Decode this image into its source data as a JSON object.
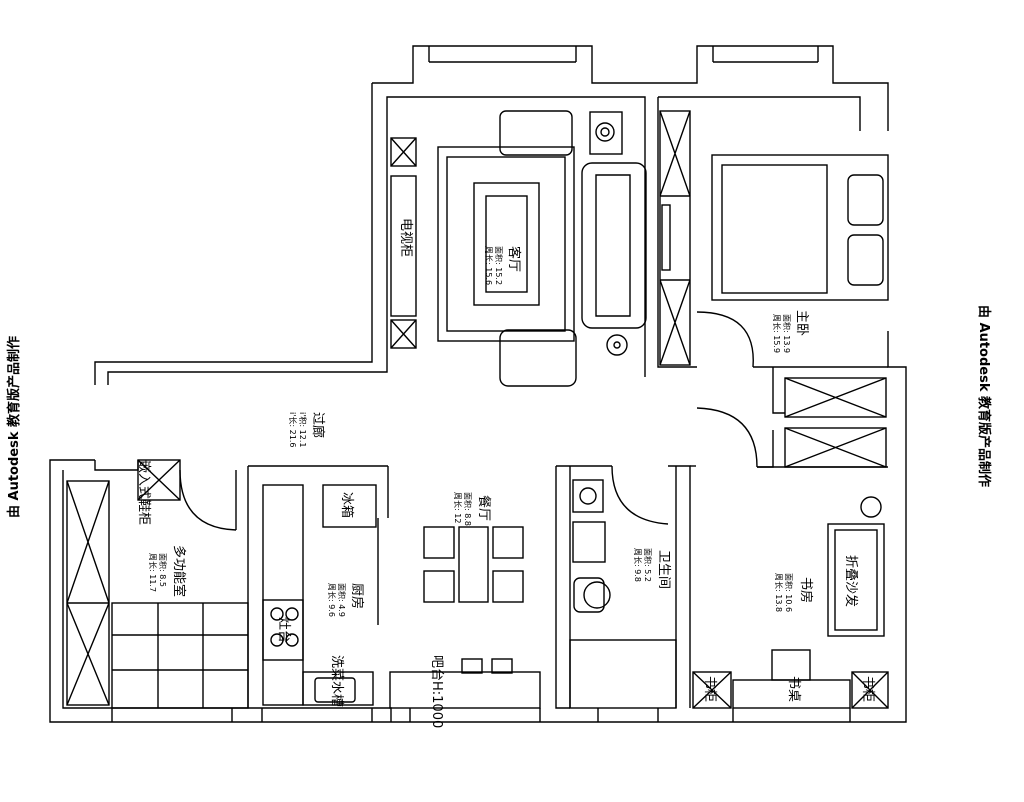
{
  "watermark": {
    "left": "由 Autodesk 教育版产品制作",
    "right": "由 Autodesk 教育版产品制作"
  },
  "rooms": {
    "living": {
      "name": "客厅",
      "area": "面积: 15.2",
      "perimeter": "周长: 15.6"
    },
    "master": {
      "name": "主卧",
      "area": "面积: 13.9",
      "perimeter": "周长: 15.9"
    },
    "hall": {
      "name": "过廊",
      "area": "i'积: 12.1",
      "perimeter": "i'长: 21.6"
    },
    "multi": {
      "name": "多功能室",
      "area": "面积: 8.5",
      "perimeter": "周长: 11.7"
    },
    "kitchen": {
      "name": "厨房",
      "area": "面积: 4.9",
      "perimeter": "周长: 9.6"
    },
    "dining": {
      "name": "餐厅",
      "area": "面积: 8.8",
      "perimeter": "周长: 12"
    },
    "bath": {
      "name": "卫生间",
      "area": "面积: 5.2",
      "perimeter": "周长: 9.8"
    },
    "study": {
      "name": "书房",
      "area": "面积: 10.6",
      "perimeter": "周长: 13.8"
    }
  },
  "furniture": {
    "tv_cabinet": "电视柜",
    "wardrobe": "嵌入式鞋柜",
    "fridge": "冰箱",
    "stove": "灶台",
    "sink": "洗菜水槽",
    "bar": "吧台H:1000",
    "sofa_bed": "折叠沙发",
    "desk": "书桌",
    "bookcase_left": "书柜",
    "bookcase_right": "书柜"
  }
}
